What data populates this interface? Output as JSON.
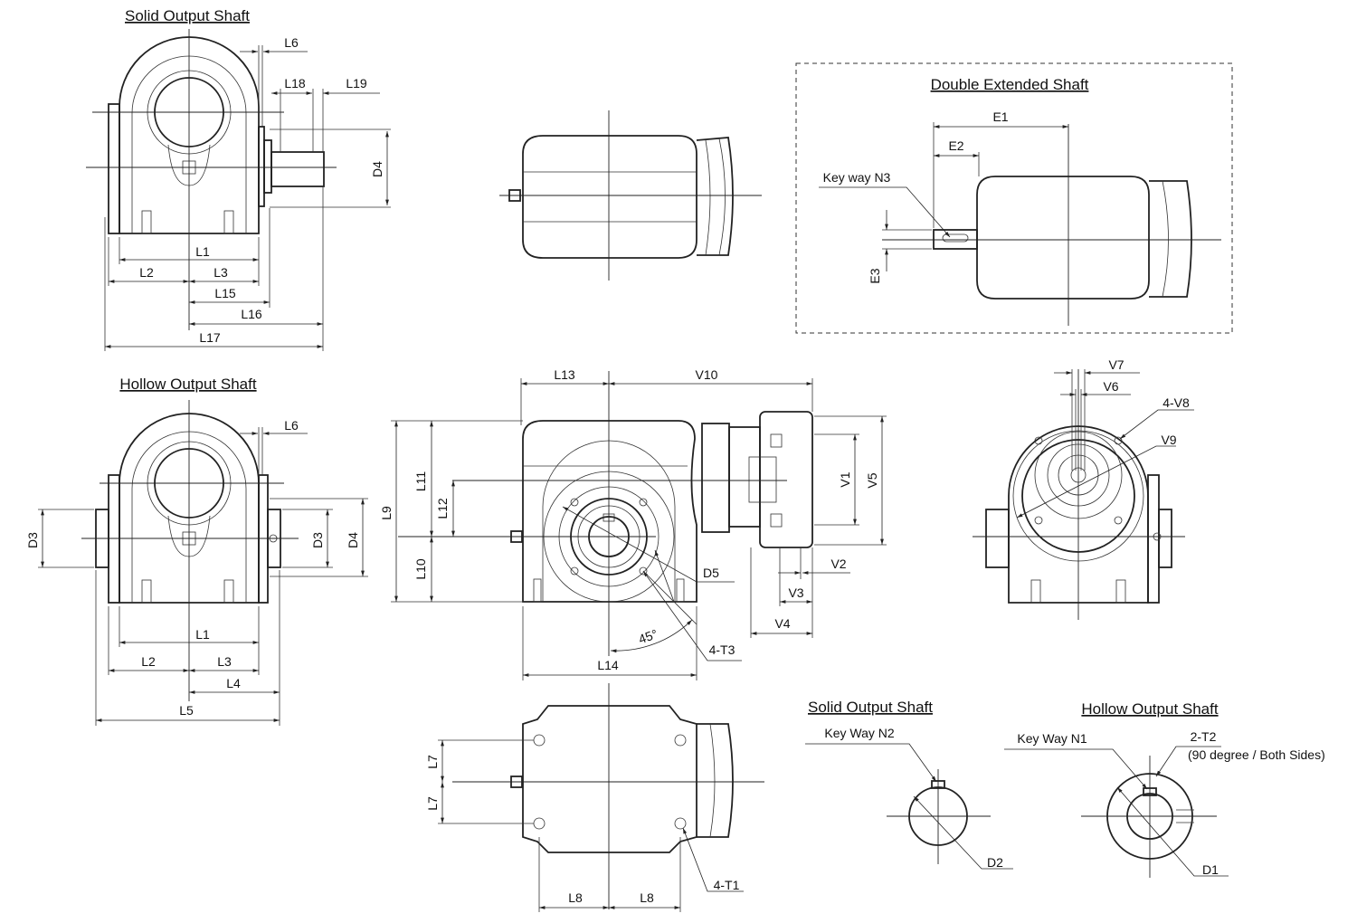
{
  "titles": {
    "solid_top": "Solid Output Shaft",
    "hollow_left": "Hollow Output Shaft",
    "double": "Double Extended Shaft",
    "solid_small": "Solid Output Shaft",
    "hollow_small": "Hollow Output Shaft"
  },
  "solid_view": {
    "L6": "L6",
    "L18": "L18",
    "L19": "L19",
    "D4": "D4",
    "L1": "L1",
    "L2": "L2",
    "L3": "L3",
    "L15": "L15",
    "L16": "L16",
    "L17": "L17"
  },
  "double_view": {
    "E1": "E1",
    "E2": "E2",
    "E3": "E3",
    "keyway": "Key way N3"
  },
  "hollow_view": {
    "L6": "L6",
    "D3a": "D3",
    "D3b": "D3",
    "D4": "D4",
    "L1": "L1",
    "L2": "L2",
    "L3": "L3",
    "L4": "L4",
    "L5": "L5"
  },
  "front_view": {
    "L13": "L13",
    "V10": "V10",
    "L9": "L9",
    "L11": "L11",
    "L12": "L12",
    "L10": "L10",
    "V1": "V1",
    "V5": "V5",
    "D5": "D5",
    "V2": "V2",
    "V3": "V3",
    "V4": "V4",
    "angle": "45°",
    "T3": "4-T3",
    "L14": "L14"
  },
  "side_view": {
    "V7": "V7",
    "V6": "V6",
    "V8": "4-V8",
    "V9": "V9"
  },
  "bottom_view": {
    "L7a": "L7",
    "L7b": "L7",
    "L8a": "L8",
    "L8b": "L8",
    "T1": "4-T1"
  },
  "shaft_details": {
    "keyway_n2": "Key Way N2",
    "D2": "D2",
    "keyway_n1": "Key Way N1",
    "T2": "2-T2",
    "T2_note": "(90 degree / Both Sides)",
    "D1": "D1"
  }
}
